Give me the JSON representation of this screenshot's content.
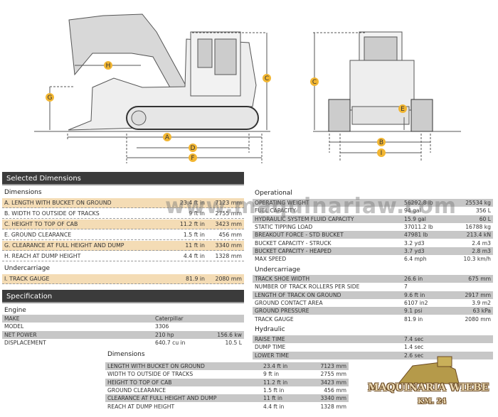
{
  "drawing": {
    "labels": [
      "A",
      "B",
      "C",
      "D",
      "E",
      "F",
      "G",
      "H",
      "I"
    ],
    "accent": "#f2b632"
  },
  "selected": {
    "title": "Selected Dimensions",
    "dims_label": "Dimensions",
    "dims": [
      {
        "label": "A. LENGTH WITH BUCKET ON GROUND",
        "imp": "23.4 ft in",
        "met": "7123 mm"
      },
      {
        "label": "B. WIDTH TO OUTSIDE OF TRACKS",
        "imp": "9 ft in",
        "met": "2755 mm"
      },
      {
        "label": "C. HEIGHT TO TOP OF CAB",
        "imp": "11.2 ft in",
        "met": "3423 mm"
      },
      {
        "label": "E. GROUND CLEARANCE",
        "imp": "1.5 ft in",
        "met": "456 mm"
      },
      {
        "label": "G. CLEARANCE AT FULL HEIGHT AND DUMP",
        "imp": "11 ft in",
        "met": "3340 mm"
      },
      {
        "label": "H. REACH AT DUMP HEIGHT",
        "imp": "4.4 ft in",
        "met": "1328 mm"
      }
    ],
    "under_label": "Undercarriage",
    "under": [
      {
        "label": "I. TRACK GAUGE",
        "imp": "81.9 in",
        "met": "2080 mm"
      }
    ]
  },
  "spec": {
    "title": "Specification",
    "engine_label": "Engine",
    "engine": [
      {
        "label": "MAKE",
        "imp": "Caterpillar",
        "met": ""
      },
      {
        "label": "MODEL",
        "imp": "3306",
        "met": ""
      },
      {
        "label": "NET POWER",
        "imp": "210 hp",
        "met": "156.6 kw"
      },
      {
        "label": "DISPLACEMENT",
        "imp": "640.7 cu in",
        "met": "10.5 L"
      }
    ]
  },
  "operational": {
    "label": "Operational",
    "rows": [
      {
        "label": "OPERATING WEIGHT",
        "imp": "56292.8 lb",
        "met": "25534 kg"
      },
      {
        "label": "FUEL CAPACITY",
        "imp": "94 gal",
        "met": "356 L"
      },
      {
        "label": "HYDRAULIC SYSTEM FLUID CAPACITY",
        "imp": "15.9 gal",
        "met": "60 L"
      },
      {
        "label": "STATIC TIPPING LOAD",
        "imp": "37011.2 lb",
        "met": "16788 kg"
      },
      {
        "label": "BREAKOUT FORCE - STD BUCKET",
        "imp": "47981 lb",
        "met": "213.4 kN"
      },
      {
        "label": "BUCKET CAPACITY - STRUCK",
        "imp": "3.2 yd3",
        "met": "2.4 m3"
      },
      {
        "label": "BUCKET CAPACITY - HEAPED",
        "imp": "3.7 yd3",
        "met": "2.8 m3"
      },
      {
        "label": "MAX SPEED",
        "imp": "6.4 mph",
        "met": "10.3 km/h"
      }
    ]
  },
  "undercarriage": {
    "label": "Undercarriage",
    "rows": [
      {
        "label": "TRACK SHOE WIDTH",
        "imp": "26.6 in",
        "met": "675 mm"
      },
      {
        "label": "NUMBER OF TRACK ROLLERS PER SIDE",
        "imp": "7",
        "met": ""
      },
      {
        "label": "LENGTH OF TRACK ON GROUND",
        "imp": "9.6 ft in",
        "met": "2917 mm"
      },
      {
        "label": "GROUND CONTACT AREA",
        "imp": "6107 in2",
        "met": "3.9 m2"
      },
      {
        "label": "GROUND PRESSURE",
        "imp": "9.1 psi",
        "met": "63 kPa"
      },
      {
        "label": "TRACK GAUGE",
        "imp": "81.9 in",
        "met": "2080 mm"
      }
    ]
  },
  "hydraulic": {
    "label": "Hydraulic",
    "rows": [
      {
        "label": "RAISE TIME",
        "imp": "7.4 sec",
        "met": ""
      },
      {
        "label": "DUMP TIME",
        "imp": "1.4 sec",
        "met": ""
      },
      {
        "label": "LOWER TIME",
        "imp": "2.6 sec",
        "met": ""
      }
    ]
  },
  "lower_dims": {
    "label": "Dimensions",
    "rows": [
      {
        "label": "LENGTH WITH BUCKET ON GROUND",
        "imp": "23.4 ft in",
        "met": "7123 mm"
      },
      {
        "label": "WIDTH TO OUTSIDE OF TRACKS",
        "imp": "9 ft in",
        "met": "2755 mm"
      },
      {
        "label": "HEIGHT TO TOP OF CAB",
        "imp": "11.2 ft in",
        "met": "3423 mm"
      },
      {
        "label": "GROUND CLEARANCE",
        "imp": "1.5 ft in",
        "met": "456 mm"
      },
      {
        "label": "CLEARANCE AT FULL HEIGHT AND DUMP",
        "imp": "11 ft in",
        "met": "3340 mm"
      },
      {
        "label": "REACH AT DUMP HEIGHT",
        "imp": "4.4 ft in",
        "met": "1328 mm"
      }
    ]
  },
  "watermark": "www.maquinariaw.com",
  "logo": {
    "name": "MAQUINARIA WIEBE",
    "km": "KM. 24"
  }
}
